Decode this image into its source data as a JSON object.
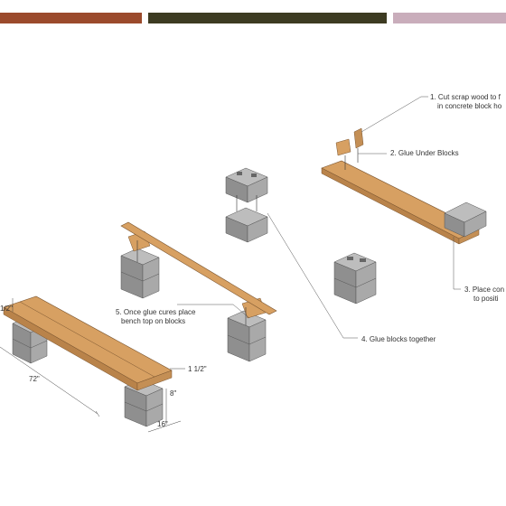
{
  "theme": {
    "bar_colors": [
      "#9b4a2c",
      "#3d3b22",
      "#c9adbb"
    ],
    "wood": "#d7a062",
    "wood_dark": "#b9834a",
    "block": "#9c9c9c",
    "block_dark": "#6f6f6f",
    "block_light": "#bdbdbd"
  },
  "steps": {
    "s1_line1": "1. Cut scrap wood to f",
    "s1_line2": "in concrete block ho",
    "s2": "2. Glue Under Blocks",
    "s3_line1": "3. Place con",
    "s3_line2": "to positi",
    "s4": "4. Glue blocks together",
    "s5_line1": "5. Once glue cures place",
    "s5_line2": "bench top on blocks"
  },
  "dimensions": {
    "width_partial": "1/2\"",
    "length": "72\"",
    "thickness": "1 1/2\"",
    "block_height": "8\"",
    "block_depth": "16\""
  }
}
